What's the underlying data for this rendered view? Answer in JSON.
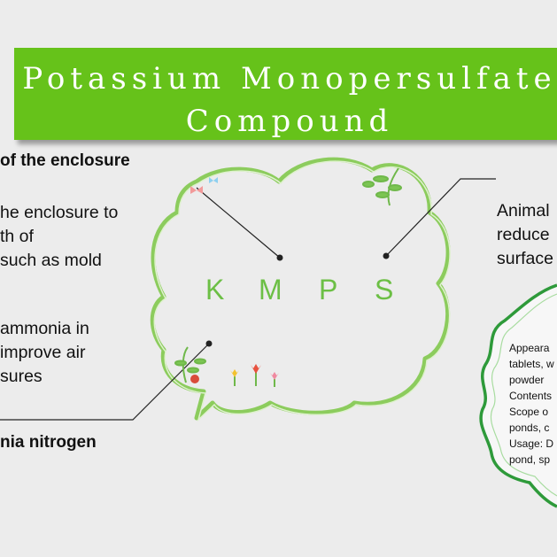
{
  "title": {
    "line1": "Potassium Monopersulfate",
    "line2": "Compound"
  },
  "cloud_letters": [
    "K",
    "M",
    "P",
    "S"
  ],
  "left": {
    "heading": "of the enclosure",
    "para1": [
      "he enclosure to",
      "th of",
      "such as mold"
    ],
    "para2": [
      "ammonia in",
      "improve air",
      "sures"
    ],
    "footer": "nia nitrogen"
  },
  "right": {
    "lines": [
      "Animal",
      "reduce",
      "surface"
    ]
  },
  "spec": {
    "lines": [
      "Appeara",
      "tablets, w",
      "powder",
      "Contents",
      "Scope o",
      "ponds, c",
      "Usage: D",
      "pond, sp"
    ]
  },
  "colors": {
    "banner": "#66c21a",
    "cloud_stroke": "#7ec850",
    "letters": "#6cbf45",
    "spec_border": "#2e9a3a"
  }
}
